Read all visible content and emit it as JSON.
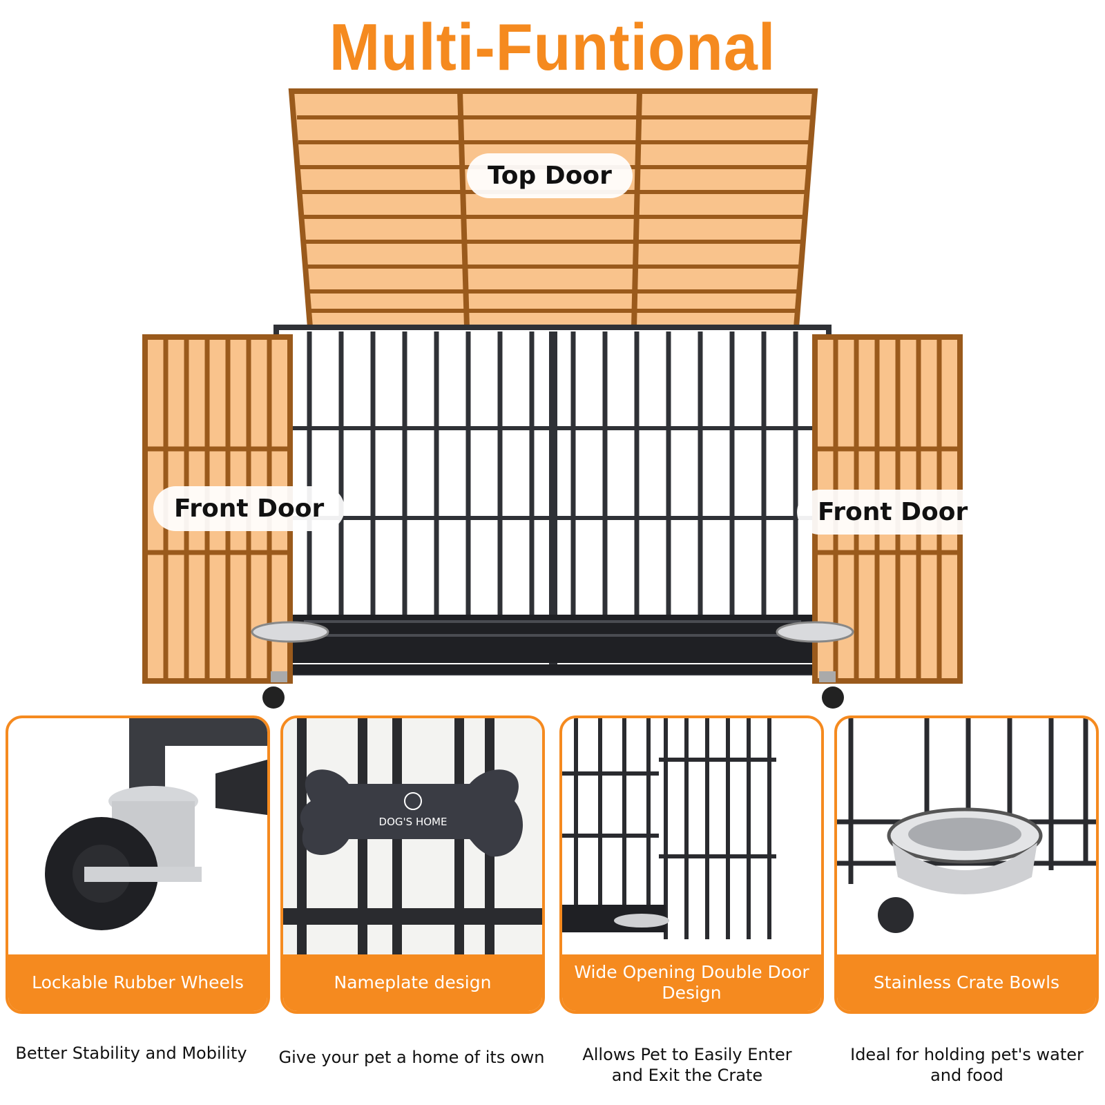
{
  "header": {
    "title": "Multi-Funtional"
  },
  "diagram": {
    "labels": {
      "top_door": "Top Door",
      "front_door_left": "Front Door",
      "front_door_right": "Front Door"
    }
  },
  "features": [
    {
      "title": "Lockable Rubber Wheels",
      "caption": "Better Stability and Mobility"
    },
    {
      "title": "Nameplate design",
      "caption": "Give your pet a home of its own",
      "nameplate_text": "DOG'S HOME"
    },
    {
      "title": "Wide Opening Double Door Design",
      "caption": "Allows Pet to Easily Enter and Exit the Crate"
    },
    {
      "title": "Stainless Crate Bowls",
      "caption": "Ideal for holding pet's water and food"
    }
  ],
  "colors": {
    "accent": "#f58a1f",
    "door_fill": "#f9c38c",
    "door_frame": "#9a5a1c",
    "metal": "#2f3136"
  }
}
